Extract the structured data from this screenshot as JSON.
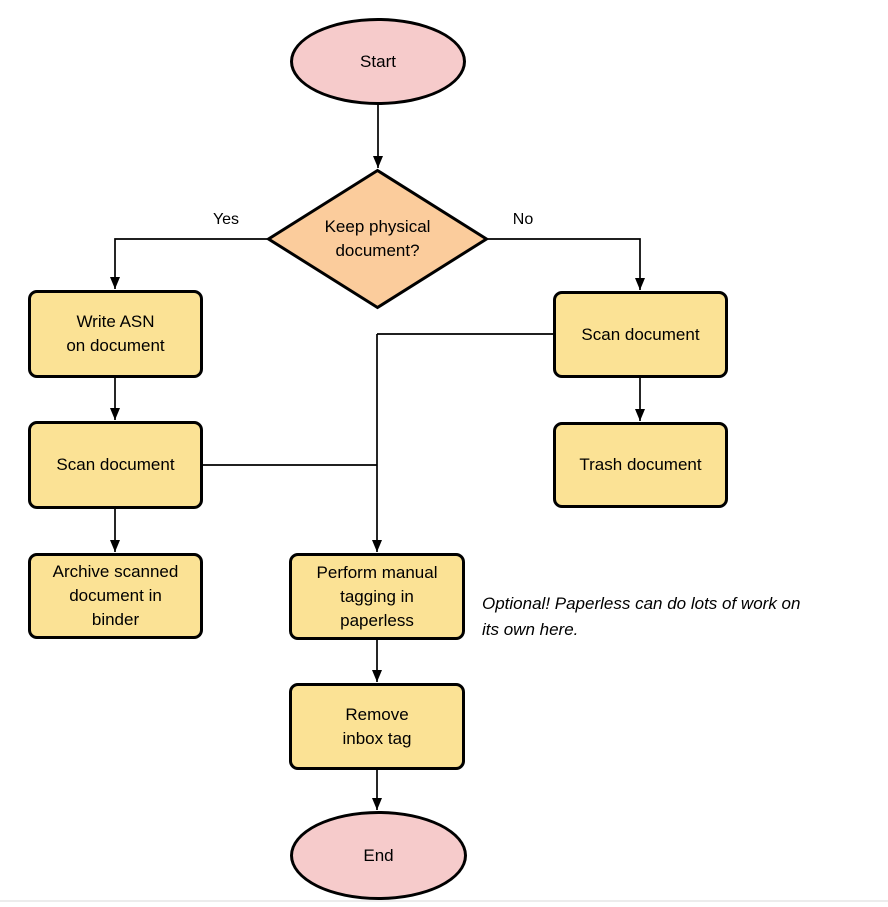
{
  "colors": {
    "terminal_fill": "#f6cbcb",
    "decision_fill": "#fbcc9c",
    "process_fill": "#fbe295",
    "stroke": "#000000",
    "divider": "#ececec"
  },
  "nodes": {
    "start": {
      "label": "Start"
    },
    "decision": {
      "lines": [
        "Keep physical",
        "document?"
      ]
    },
    "write_asn": {
      "lines": [
        "Write ASN",
        "on document"
      ]
    },
    "scan_left": {
      "label": "Scan document"
    },
    "archive": {
      "lines": [
        "Archive scanned",
        "document in",
        "binder"
      ]
    },
    "scan_right": {
      "label": "Scan document"
    },
    "trash": {
      "label": "Trash document"
    },
    "tagging": {
      "lines": [
        "Perform manual",
        "tagging in",
        "paperless"
      ]
    },
    "remove_inbox": {
      "lines": [
        "Remove",
        "inbox tag"
      ]
    },
    "end": {
      "label": "End"
    }
  },
  "edge_labels": {
    "yes": "Yes",
    "no": "No"
  },
  "note": {
    "lines": [
      "Optional! Paperless can do lots of work on",
      "its own here."
    ]
  }
}
